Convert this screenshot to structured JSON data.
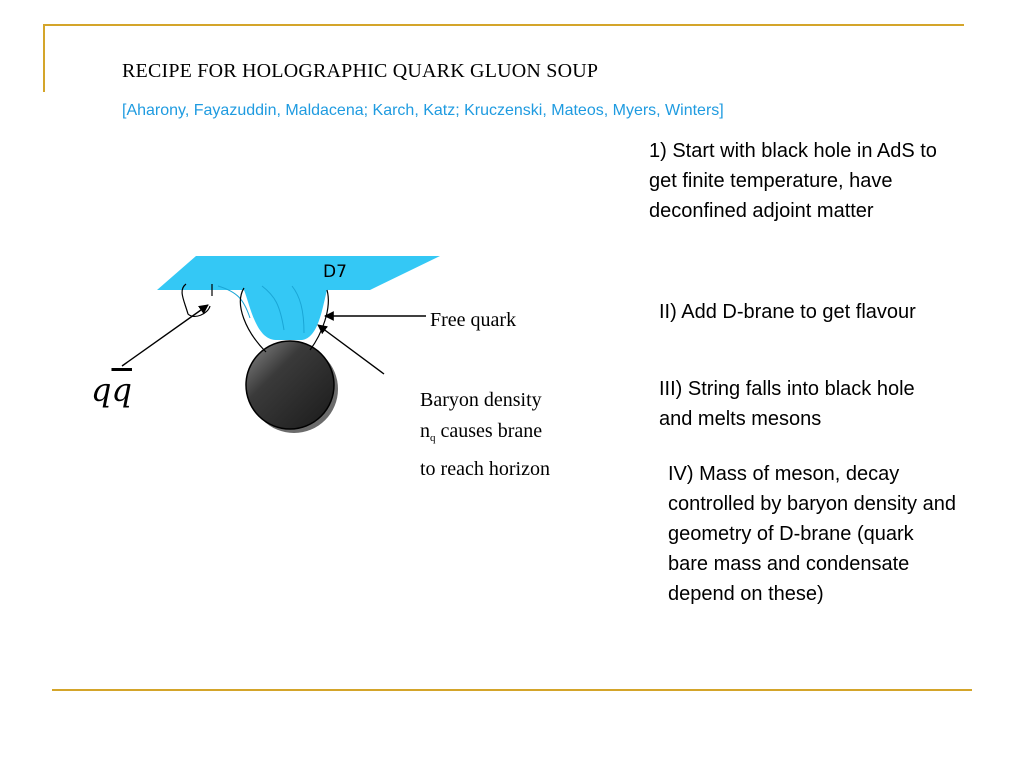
{
  "slide": {
    "title": "RECIPE FOR HOLOGRAPHIC QUARK GLUON SOUP",
    "references": "[Aharony, Fayazuddin, Maldacena; Karch, Katz; Kruczenski, Mateos, Myers, Winters]"
  },
  "steps": [
    {
      "text": "1) Start with black hole in AdS to get finite temperature, have deconfined adjoint matter"
    },
    {
      "text": "II) Add D-brane to get flavour"
    },
    {
      "text": "III) String falls into black hole and melts mesons"
    },
    {
      "text": "IV) Mass of meson, decay controlled by baryon density and geometry of D-brane (quark bare mass and condensate depend on these)"
    }
  ],
  "diagram": {
    "brane_label": "D7",
    "free_quark_label": "Free quark",
    "baryon_label_line1": "Baryon density",
    "baryon_label_n": "n",
    "baryon_label_sub": "q",
    "baryon_label_rest": " causes brane",
    "baryon_label_line3": "to reach horizon",
    "meson_q": "q",
    "meson_qbar": "q",
    "colors": {
      "brane": "#34c8f5",
      "frame": "#d4a52a",
      "reference_text": "#1f9be0",
      "black_hole": "#2a2a2a"
    }
  }
}
